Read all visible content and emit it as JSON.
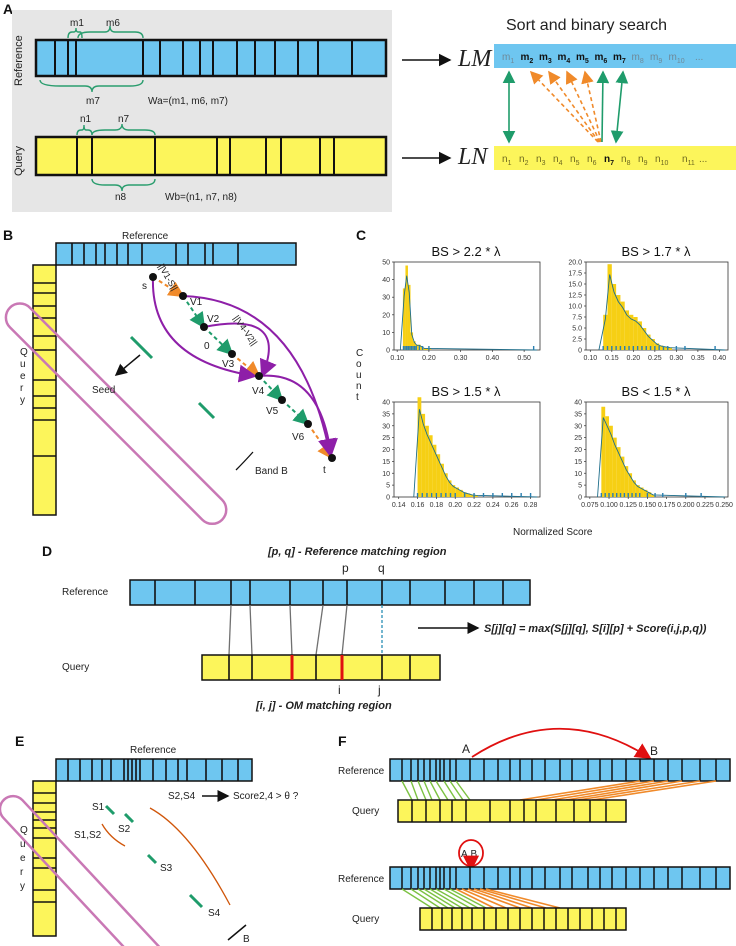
{
  "panel_labels": [
    "A",
    "B",
    "C",
    "D",
    "E",
    "F"
  ],
  "colors": {
    "reference": "#6ec6f0",
    "query": "#fcf55b",
    "label_green": "#2a9d6e",
    "arrow_orange": "#f08a2a",
    "arrow_green": "#1f9c6b",
    "band": "#c978b5",
    "path_purple": "#8e1fa8",
    "hist_fill": "#f6cf14",
    "hist_line": "#1f6e8a",
    "red": "#e01010",
    "link_gray": "#707070"
  },
  "panel_a": {
    "reference_label": "Reference",
    "query_label": "Query",
    "ref_braces": [
      "m1",
      "m6",
      "m7"
    ],
    "ref_window": "Wa=(m1, m6, m7)",
    "query_braces": [
      "n1",
      "n7",
      "n8"
    ],
    "query_window": "Wb=(n1, n7, n8)",
    "title": "Sort and binary search",
    "list_m_label": "LM",
    "list_n_label": "LN",
    "list_m": [
      "m1",
      "m2",
      "m3",
      "m4",
      "m5",
      "m6",
      "m7",
      "m8",
      "m9",
      "m10",
      "..."
    ],
    "list_n": [
      "n1",
      "n2",
      "n3",
      "n4",
      "n5",
      "n6",
      "n7",
      "n8",
      "n9",
      "n10",
      "n11",
      "..."
    ]
  },
  "panel_b": {
    "reference_label": "Reference",
    "query_label": "Query",
    "seed_label": "Seed",
    "band_label": "Band B",
    "nodes": [
      "s",
      "V1",
      "V2",
      "0",
      "V3",
      "V4",
      "V5",
      "V6",
      "t"
    ],
    "annotations": [
      "||V1-S||",
      "||V4-V2||"
    ]
  },
  "panel_c": {
    "y_label": "Count",
    "x_label": "Normalized Score"
  },
  "chart_data": [
    {
      "type": "bar",
      "title": "BS > 2.2 * λ",
      "xlabel": "",
      "ylabel": "Count",
      "xlim": [
        0.09,
        0.55
      ],
      "ylim": [
        0,
        50
      ],
      "xticks": [
        "0.10",
        "0.20",
        "0.30",
        "0.40",
        "0.50"
      ],
      "yticks": [
        "0",
        "10",
        "20",
        "30",
        "40",
        "50"
      ],
      "bin_starts": [
        0.118,
        0.126,
        0.134,
        0.142,
        0.15,
        0.158,
        0.166,
        0.174,
        0.182,
        0.19,
        0.198
      ],
      "bin_width": 0.008,
      "values": [
        35,
        48,
        37,
        10,
        5,
        3,
        3,
        2,
        1,
        1,
        1
      ],
      "rug": [
        0.12,
        0.125,
        0.13,
        0.135,
        0.14,
        0.145,
        0.15,
        0.155,
        0.16,
        0.17,
        0.18,
        0.2,
        0.53
      ]
    },
    {
      "type": "bar",
      "title": "BS > 1.7 * λ",
      "xlabel": "",
      "ylabel": "",
      "xlim": [
        0.09,
        0.42
      ],
      "ylim": [
        0,
        20
      ],
      "xticks": [
        "0.10",
        "0.15",
        "0.20",
        "0.25",
        "0.30",
        "0.35",
        "0.40"
      ],
      "yticks": [
        "0",
        "2.5",
        "5.0",
        "7.5",
        "10.0",
        "12.5",
        "15.0",
        "17.5",
        "20.0"
      ],
      "bin_starts": [
        0.13,
        0.14,
        0.15,
        0.16,
        0.17,
        0.18,
        0.19,
        0.2,
        0.21,
        0.22,
        0.23,
        0.24,
        0.25,
        0.26,
        0.27,
        0.28
      ],
      "bin_width": 0.01,
      "values": [
        8,
        19.5,
        15,
        12.5,
        11,
        9,
        8,
        7.5,
        6.5,
        5,
        3.5,
        2.5,
        1.5,
        1,
        0.8,
        0.6
      ],
      "rug": [
        0.13,
        0.14,
        0.15,
        0.16,
        0.17,
        0.18,
        0.19,
        0.2,
        0.21,
        0.22,
        0.23,
        0.24,
        0.25,
        0.26,
        0.27,
        0.28,
        0.3,
        0.32,
        0.39
      ]
    },
    {
      "type": "bar",
      "title": "BS > 1.5 * λ",
      "xlabel": "",
      "ylabel": "",
      "xlim": [
        0.135,
        0.29
      ],
      "ylim": [
        0,
        40
      ],
      "xticks": [
        "0.14",
        "0.16",
        "0.18",
        "0.20",
        "0.22",
        "0.24",
        "0.26",
        "0.28"
      ],
      "yticks": [
        "0",
        "5",
        "10",
        "15",
        "20",
        "25",
        "30",
        "35",
        "40"
      ],
      "bin_starts": [
        0.16,
        0.164,
        0.168,
        0.172,
        0.176,
        0.18,
        0.184,
        0.188,
        0.192,
        0.196,
        0.2,
        0.204,
        0.208,
        0.212,
        0.216,
        0.22
      ],
      "bin_width": 0.004,
      "values": [
        42,
        35,
        30,
        26,
        22,
        18,
        14,
        10,
        7,
        5,
        4,
        3,
        2,
        1.5,
        1,
        0.8
      ],
      "rug": [
        0.16,
        0.165,
        0.17,
        0.175,
        0.18,
        0.185,
        0.19,
        0.195,
        0.2,
        0.21,
        0.22,
        0.23,
        0.24,
        0.25,
        0.26,
        0.27,
        0.28
      ]
    },
    {
      "type": "bar",
      "title": "BS < 1.5 * λ",
      "xlabel": "Normalized Score",
      "ylabel": "",
      "xlim": [
        0.07,
        0.255
      ],
      "ylim": [
        0,
        40
      ],
      "xticks": [
        "0.075",
        "0.100",
        "0.125",
        "0.150",
        "0.175",
        "0.200",
        "0.225",
        "0.250"
      ],
      "yticks": [
        "0",
        "5",
        "10",
        "15",
        "20",
        "25",
        "30",
        "35",
        "40"
      ],
      "bin_starts": [
        0.09,
        0.095,
        0.1,
        0.105,
        0.11,
        0.115,
        0.12,
        0.125,
        0.13,
        0.135,
        0.14,
        0.145,
        0.15,
        0.155
      ],
      "bin_width": 0.005,
      "values": [
        38,
        34,
        30,
        25,
        21,
        17,
        13,
        10,
        7,
        5,
        4,
        3,
        2,
        1
      ],
      "rug": [
        0.09,
        0.095,
        0.1,
        0.105,
        0.11,
        0.115,
        0.12,
        0.125,
        0.13,
        0.135,
        0.14,
        0.15,
        0.16,
        0.17,
        0.2,
        0.22
      ]
    }
  ],
  "panel_d": {
    "top_caption": "[p, q] - Reference matching region",
    "bottom_caption": "[i, j] - OM matching region",
    "reference_label": "Reference",
    "query_label": "Query",
    "p": "p",
    "q": "q",
    "i": "i",
    "j": "j",
    "recurrence": "S[j][q] = max(S[j][q], S[i][p] + Score(i,j,p,q))"
  },
  "panel_e": {
    "reference_label": "Reference",
    "query_label": "Query",
    "seeds": [
      "S1",
      "S2",
      "S3",
      "S4"
    ],
    "pair_left": "S1,S2",
    "pair_right": "S2,S4",
    "score_text": "Score2,4 > θ ?",
    "band_label": "B"
  },
  "panel_f": {
    "reference_label": "Reference",
    "query_label": "Query",
    "point_a": "A",
    "point_b": "B",
    "merged_point": "A,B"
  }
}
